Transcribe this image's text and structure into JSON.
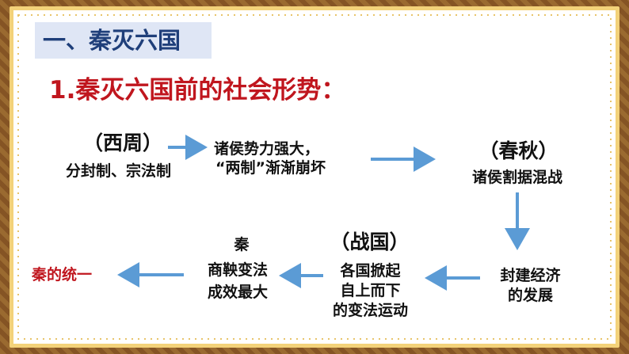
{
  "section": {
    "title": "一、秦灭六国"
  },
  "heading": {
    "title": "1.秦灭六国前的社会形势："
  },
  "flow": {
    "xizhou": {
      "label": "（西周）",
      "desc": "分封制、宗法制"
    },
    "weaken": {
      "line1": "诸侯势力强大，",
      "line2": "“两制”渐渐崩坏"
    },
    "chunqiu": {
      "label": "（春秋）",
      "desc": "诸侯割据混战"
    },
    "feudal": {
      "line1": "封建经济",
      "line2": "的发展"
    },
    "zhanguo": {
      "label": "（战国）",
      "line1": "各国掀起",
      "line2": "自上而下",
      "line3": "的变法运动"
    },
    "qin": {
      "line1": "秦",
      "line2": "商鞅变法",
      "line3": "成效最大"
    },
    "unify": {
      "label": "秦的统一"
    }
  },
  "colors": {
    "arrow": "#5b9bd5",
    "title_red": "#c0161e",
    "section_blue": "#1f3f7a",
    "border_gold": "#f3d27a"
  }
}
